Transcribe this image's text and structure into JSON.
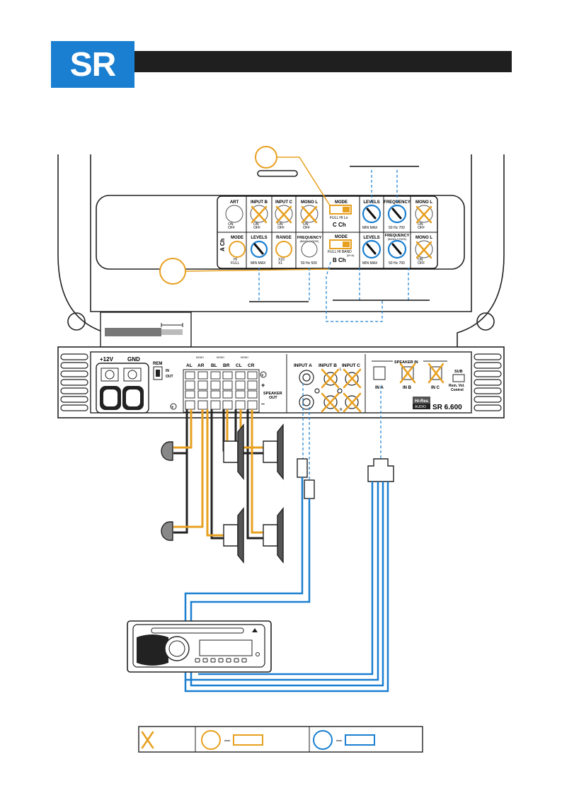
{
  "brand": {
    "logo": "SR"
  },
  "panel_labels": {
    "a_row": [
      "ART",
      "INPUT B",
      "INPUT C",
      "MONO L"
    ],
    "a_sub": {
      "art": "ON",
      "art2": "OFF",
      "inb": "ON",
      "inb2": "OFF",
      "inc": "ON",
      "inc2": "OFF",
      "mono": "ON",
      "mono2": "OFF"
    },
    "a_ch": "A Ch",
    "a_row2": [
      "MODE",
      "LEVELS",
      "RANGE",
      "FREQUENCY"
    ],
    "a_row2_sub": {
      "mode": "HI",
      "mode2": "FULL",
      "levels": "MIN  MAX",
      "range": "X10",
      "range2": "X1",
      "freq_band": "(BANDLO PASS)",
      "freq": "50 Hz 500"
    },
    "c_mode": "MODE",
    "c_mode_opts": "FULL  HI  Lo",
    "c_ch": "C Ch",
    "c_row": [
      "LEVELS",
      "FREQUENCY",
      "MONO L"
    ],
    "c_sub": {
      "levels": "MIN  MAX",
      "freq": "50 Hz 700",
      "mono": "ON",
      "mono2": "OFF"
    },
    "b_mode": "MODE",
    "b_mode_opts": "FULL  HI  BAND",
    "b_mode_sub": "(B+A)",
    "b_ch": "B Ch",
    "b_row": [
      "LEVELS",
      "FREQUENCY",
      "MONO L"
    ],
    "b_sub": {
      "levels": "MIN  MAX",
      "freq_band": "(BANDLO PASS)",
      "freq": "50 Hz 700",
      "mono": "ON",
      "mono2": "OFF"
    }
  },
  "terminals": {
    "power": "+12V",
    "gnd": "GND",
    "rem": "REM",
    "rem_in": "IN",
    "rem_out": "OUT",
    "mono1": "MONO",
    "mono2": "MONO",
    "mono3": "MONO",
    "ch": [
      "AL",
      "AR",
      "BL",
      "BR",
      "CL",
      "CR"
    ],
    "speaker_out": "SPEAKER",
    "speaker_out2": "OUT",
    "plus": "+",
    "minus": "–"
  },
  "inputs": {
    "input_a": "INPUT A",
    "input_b": "INPUT B",
    "input_c": "INPUT C",
    "l": "L",
    "r": "R",
    "speaker_in": "SPEAKER IN",
    "in_a": "IN A",
    "in_b": "IN B",
    "in_c": "IN C",
    "sub": "SUB",
    "rem_vol": "Rem. Vol.",
    "control": "Control"
  },
  "badge": {
    "hires": "Hi-Res",
    "audio": "AUDIO",
    "model": "SR 6.600"
  }
}
